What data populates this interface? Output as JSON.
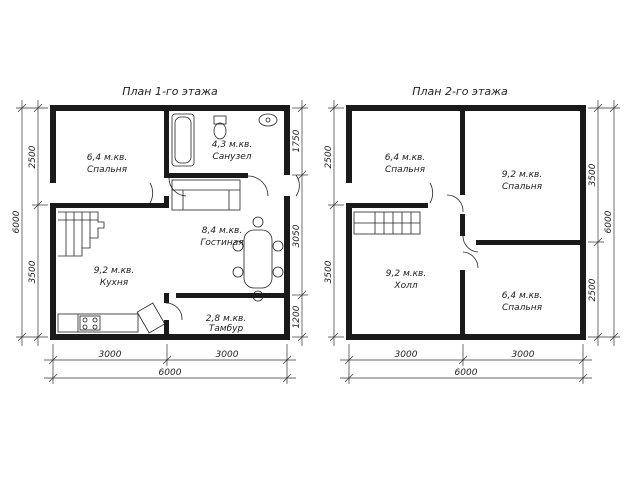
{
  "plans": [
    {
      "title": "План 1-го этажа",
      "rooms": [
        {
          "area": "6,4 м.кв.",
          "name": "Спальня"
        },
        {
          "area": "4,3 м.кв.",
          "name": "Санузел"
        },
        {
          "area": "8,4 м.кв.",
          "name": "Гостиная"
        },
        {
          "area": "9,2 м.кв.",
          "name": "Кухня"
        },
        {
          "area": "2,8 м.кв.",
          "name": "Тамбур"
        }
      ],
      "dims_left": {
        "total": "6000",
        "top": "2500",
        "bottom": "3500"
      },
      "dims_right": {
        "top": "1750",
        "middle": "3050",
        "bottom": "1200"
      },
      "dims_bottom": {
        "left": "3000",
        "right": "3000",
        "total": "6000"
      }
    },
    {
      "title": "План 2-го этажа",
      "rooms": [
        {
          "area": "6,4 м.кв.",
          "name": "Спальня"
        },
        {
          "area": "9,2 м.кв.",
          "name": "Спальня"
        },
        {
          "area": "9,2 м.кв.",
          "name": "Холл"
        },
        {
          "area": "6,4 м.кв.",
          "name": "Спальня"
        }
      ],
      "dims_left": {
        "top": "2500",
        "bottom": "3500"
      },
      "dims_right": {
        "top": "3500",
        "bottom": "2500",
        "total": "6000"
      },
      "dims_bottom": {
        "left": "3000",
        "right": "3000",
        "total": "6000"
      }
    }
  ]
}
